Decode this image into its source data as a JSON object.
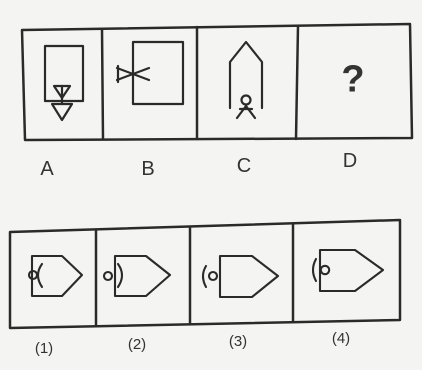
{
  "question": {
    "labels": [
      "A",
      "B",
      "C",
      "D"
    ],
    "unknown_mark": "?"
  },
  "options": {
    "labels": [
      "(1)",
      "(2)",
      "(3)",
      "(4)"
    ]
  }
}
